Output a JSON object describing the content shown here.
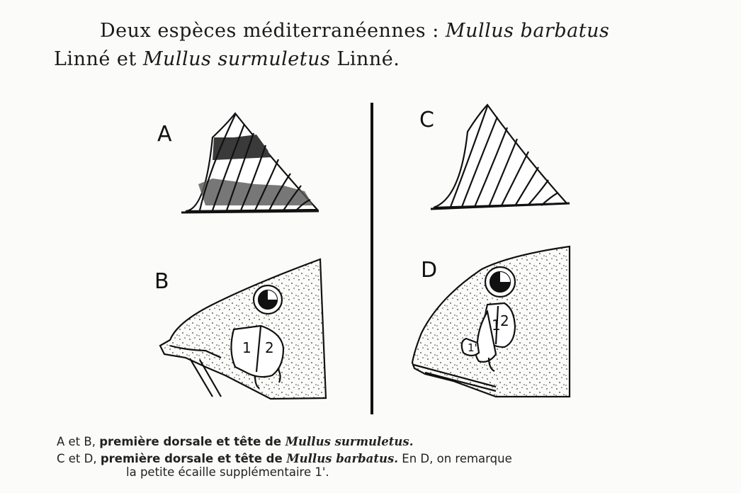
{
  "title": {
    "line1_prefix": "Deux espèces méditerranéennes : ",
    "species1": "Mullus barbatus",
    "line2_author1": "Linné et ",
    "species2": "Mullus surmuletus",
    "line2_author2": " Linné."
  },
  "figure_labels": {
    "a": "A",
    "b": "B",
    "c": "C",
    "d": "D",
    "scale1": "1",
    "scale2": "2",
    "scale1prime": "1'"
  },
  "caption": {
    "line1_prefix": "A et B, ",
    "line1_bold": "première dorsale et tête de ",
    "line1_species": "Mullus surmuletus.",
    "line2_prefix": "C et D, ",
    "line2_bold": "première dorsale et tête de ",
    "line2_species": "Mullus barbatus.",
    "line2_suffix": " En D, on remarque",
    "line3": "la petite écaille supplémentaire 1'."
  }
}
